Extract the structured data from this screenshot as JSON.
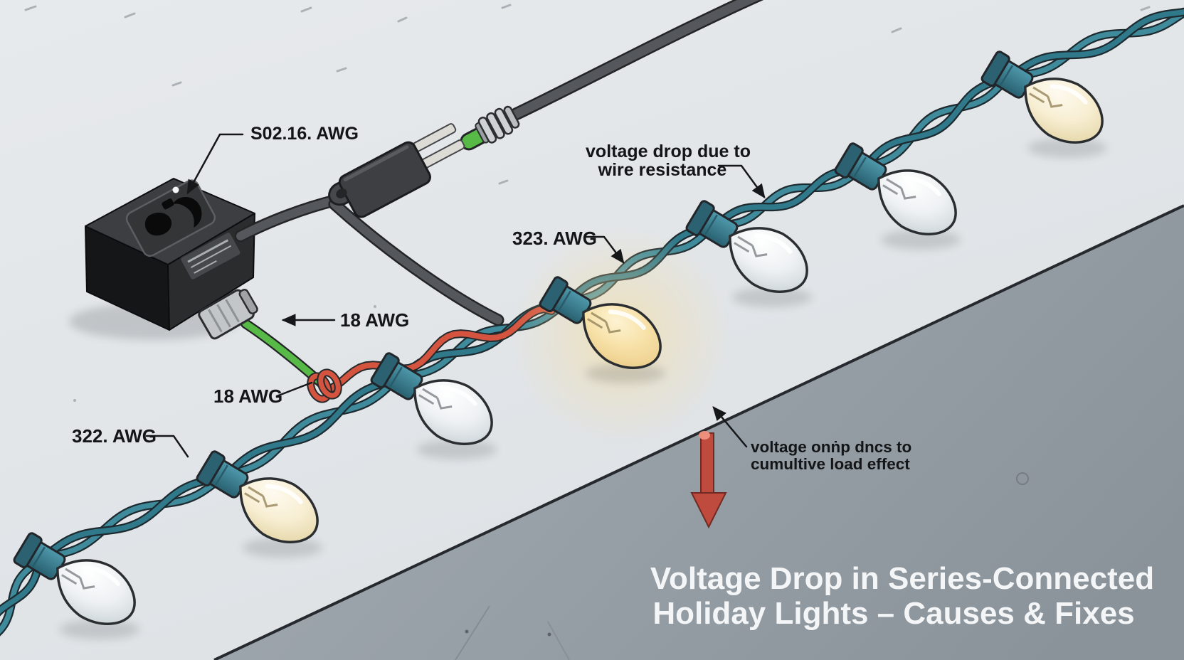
{
  "title": {
    "line1": "Voltage Drop in Series-Connected",
    "line2": "Holiday Lights – Causes & Fixes"
  },
  "annotations": {
    "adapter_awg": "S02.16. AWG",
    "wire_resistance": {
      "line1": "voltage drop due to",
      "line2": "wire resistance"
    },
    "awg32_upper": "323. AWG",
    "awg18_upper": "18 AWG",
    "awg18_lower": "18 AWG",
    "awg32_lower": "322. AWG",
    "cumulative": {
      "line1": "voltage onṅp dncs to",
      "line2": "cumultive load effect"
    }
  },
  "colors": {
    "background_light": "#e4e7ea",
    "background_dark": "#99a1a8",
    "wire_teal": "#3a8496",
    "wire_red": "#d4543f",
    "wire_green": "#57ba47",
    "bulb_warm": "#f7eed2",
    "bulb_pale": "#eef1f3",
    "glow": "#f7dfa3",
    "arrow_red": "#bf4a3e",
    "label_text": "#141517",
    "title_text": "#f3f5f6"
  },
  "icons": {
    "down_arrow": "red-drop-arrow",
    "leader_arrows": "black-leader-arrowheads"
  }
}
